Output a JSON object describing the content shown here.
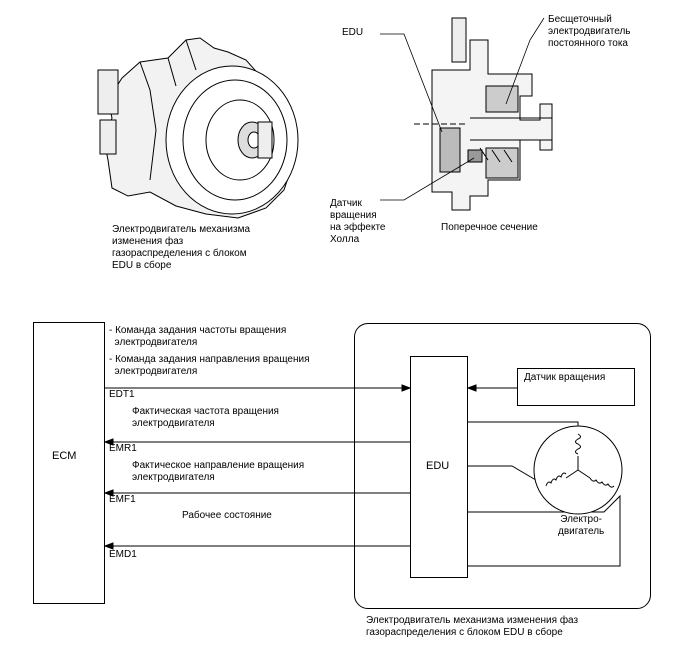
{
  "top": {
    "edu_label": "EDU",
    "brushless_label": "Бесщеточный\nэлектродвигатель\nпостоянного тока",
    "hall_label": "Датчик\nвращения\nна эффекте\nХолла",
    "cross_section_label": "Поперечное сечение",
    "assembly_caption": "Электродвигатель механизма\nизменения фаз\nгазораспределения с блоком\nEDU в сборе"
  },
  "diagram": {
    "ecm_label": "ECM",
    "edu_label": "EDU",
    "rotation_sensor_label": "Датчик вращения",
    "motor_label": "Электро-\nдвигатель",
    "cmd_speed": "- Команда задания частоты вращения\n  электродвигателя",
    "cmd_direction": "- Команда задания направления вращения\n  электродвигателя",
    "sig_edt1": "EDT1",
    "actual_speed": "Фактическая частота вращения\nэлектродвигателя",
    "sig_emr1": "EMR1",
    "actual_direction": "Фактическое направление вращения\nэлектродвигателя",
    "sig_emf1": "EMF1",
    "working_state": "Рабочее состояние",
    "sig_emd1": "EMD1",
    "assembly_caption": "Электродвигатель механизма изменения фаз\nгазораспределения с блоком EDU в сборе"
  }
}
